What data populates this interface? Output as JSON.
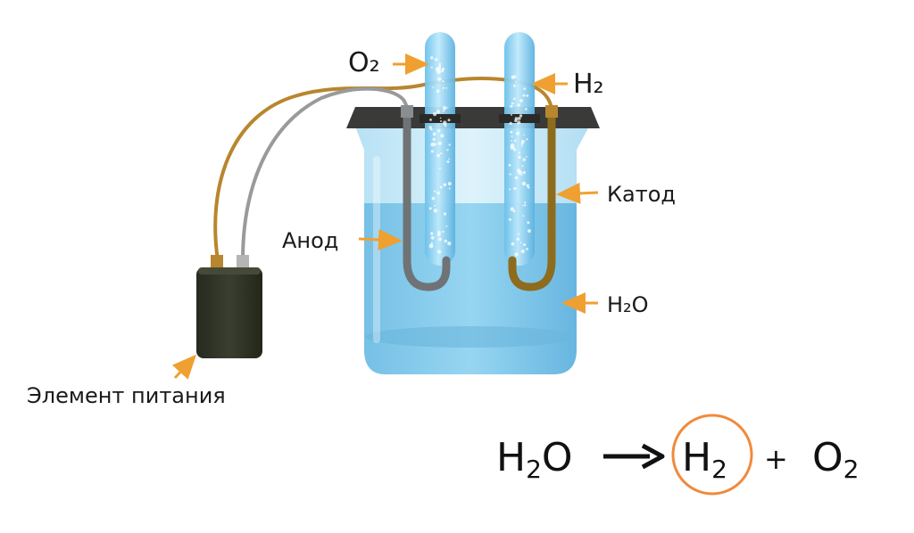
{
  "labels": {
    "o2": "O₂",
    "h2": "H₂",
    "cathode": "Катод",
    "anode": "Анод",
    "water": "H₂O",
    "power": "Элемент питания"
  },
  "equation": {
    "reactant": "H",
    "reactant_sub": "2",
    "reactant_tail": "O",
    "product1": "H",
    "product1_sub": "2",
    "plus": "+",
    "product2": "O",
    "product2_sub": "2"
  },
  "colors": {
    "arrow": "#f0a030",
    "highlight_circle": "#f08a3c",
    "water": "#7ec8ea",
    "glass": "#bfe6f7",
    "lid": "#3a3a38",
    "battery": "#2f3226",
    "wire_copper": "#b8862e",
    "wire_gray": "#9a9a9a"
  }
}
